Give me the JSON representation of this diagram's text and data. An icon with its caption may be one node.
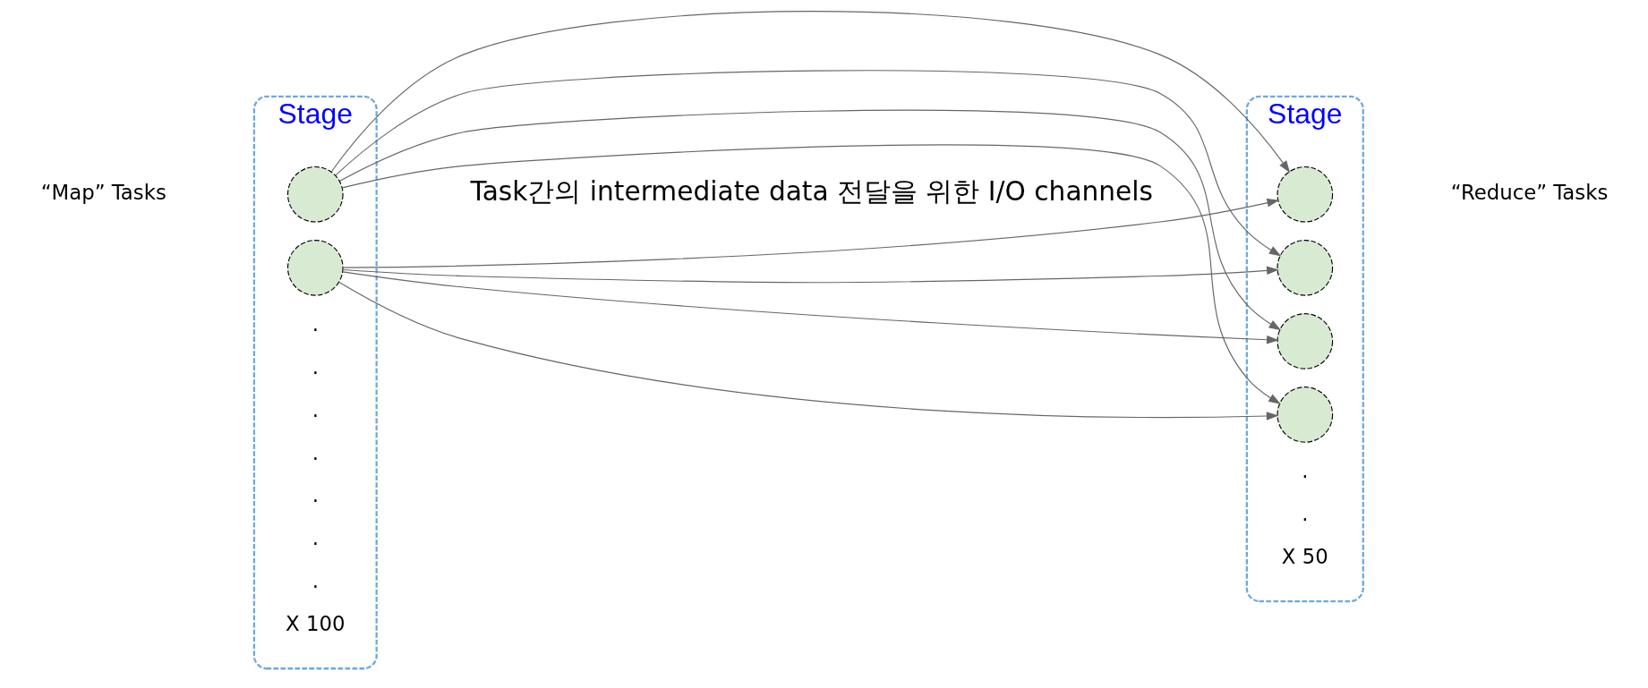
{
  "diagram": {
    "nodes": [
      {
        "text": [
          "Stage"
        ]
      },
      {
        "text": [],
        "shape": "circle",
        "in": 0
      },
      {
        "text": [],
        "shape": "circle",
        "in": 0
      },
      {
        "text": [
          "Stage"
        ]
      },
      {
        "text": [],
        "shape": "circle",
        "in": 3
      },
      {
        "text": [],
        "shape": "circle",
        "in": 3
      },
      {
        "text": [],
        "shape": "circle",
        "in": 3
      },
      {
        "text": [],
        "shape": "circle",
        "in": 3
      }
    ],
    "edges": [
      {
        "from": 1,
        "to": 4,
        "arrow": "to"
      },
      {
        "from": 1,
        "to": 5,
        "arrow": "to"
      },
      {
        "from": 1,
        "to": 6,
        "arrow": "to"
      },
      {
        "from": 1,
        "to": 7,
        "arrow": "to"
      },
      {
        "from": 2,
        "to": 4,
        "arrow": "to"
      },
      {
        "from": 2,
        "to": 5,
        "arrow": "to"
      },
      {
        "from": 2,
        "to": 6,
        "arrow": "to"
      },
      {
        "from": 2,
        "to": 7,
        "arrow": "to"
      }
    ],
    "labels": [
      "“Map” Tasks",
      ".",
      ".",
      ".",
      ".",
      ".",
      ".",
      ".",
      "X 100",
      "Task간의 intermediate data 전달을 위한 I/O channels",
      "“Reduce” Tasks",
      ".",
      ".",
      "X 50"
    ]
  }
}
